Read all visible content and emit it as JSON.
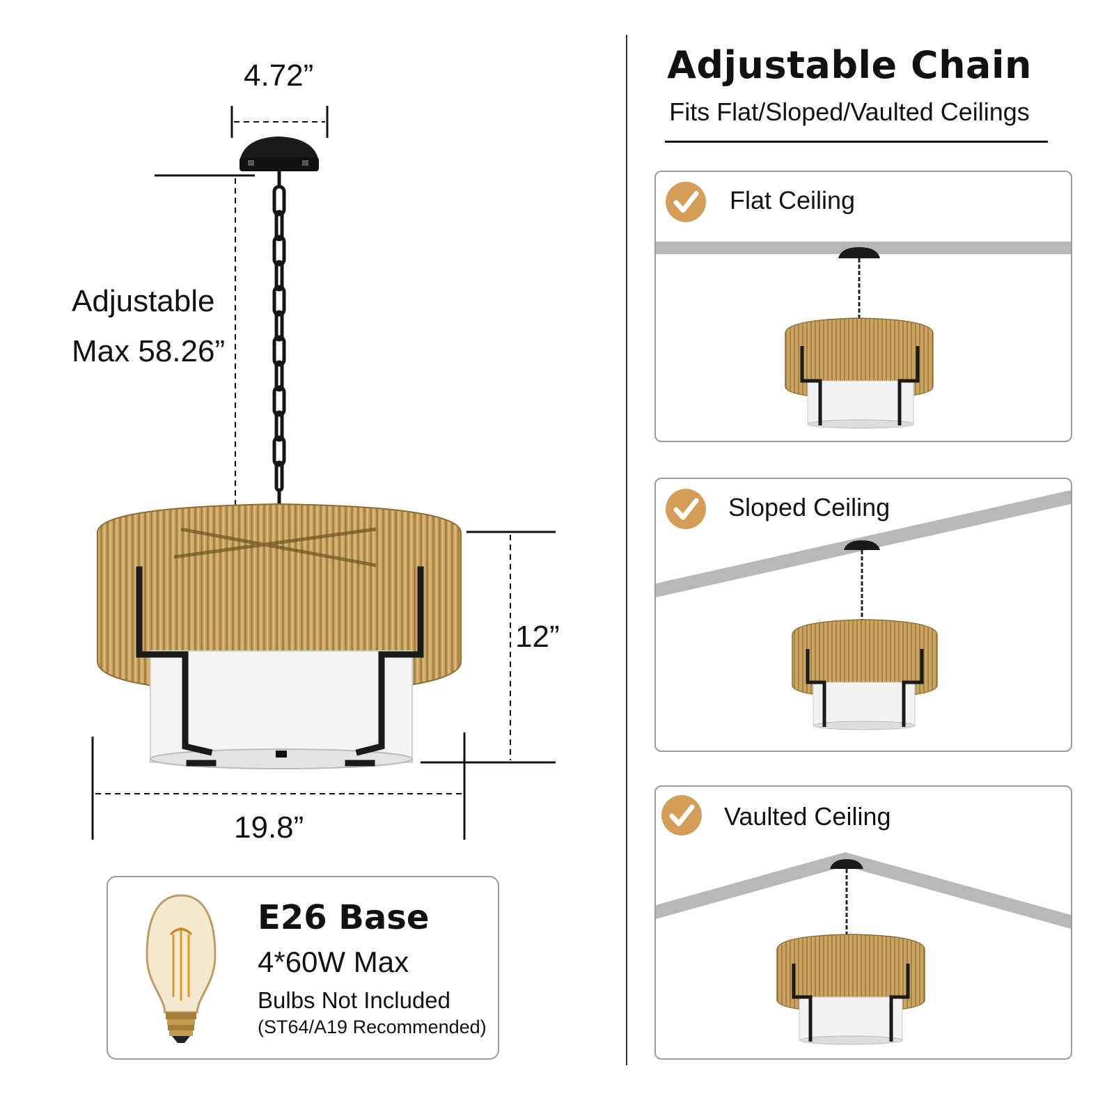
{
  "dimensions": {
    "canopy_width": "4.72”",
    "chain_label_line1": "Adjustable",
    "chain_label_line2": "Max 58.26”",
    "height": "12”",
    "diameter": "19.8”"
  },
  "bulb_info": {
    "title": "E26 Base",
    "wattage": "4*60W Max",
    "note": "Bulbs Not Included",
    "recommendation": "(ST64/A19 Recommended)"
  },
  "right_panel": {
    "title": "Adjustable Chain",
    "subtitle": "Fits Flat/Sloped/Vaulted Ceilings",
    "cards": [
      {
        "label": "Flat Ceiling",
        "icon": "checkmark-icon"
      },
      {
        "label": "Sloped Ceiling",
        "icon": "checkmark-icon"
      },
      {
        "label": "Vaulted Ceiling",
        "icon": "checkmark-icon"
      }
    ]
  },
  "colors": {
    "rattan": "#c9a463",
    "rattan_dark": "#8f6b33",
    "frame": "#1a1a1a",
    "shade": "#f4f4f4",
    "check_badge": "#d49e58",
    "ceiling": "#b8b8b8"
  }
}
